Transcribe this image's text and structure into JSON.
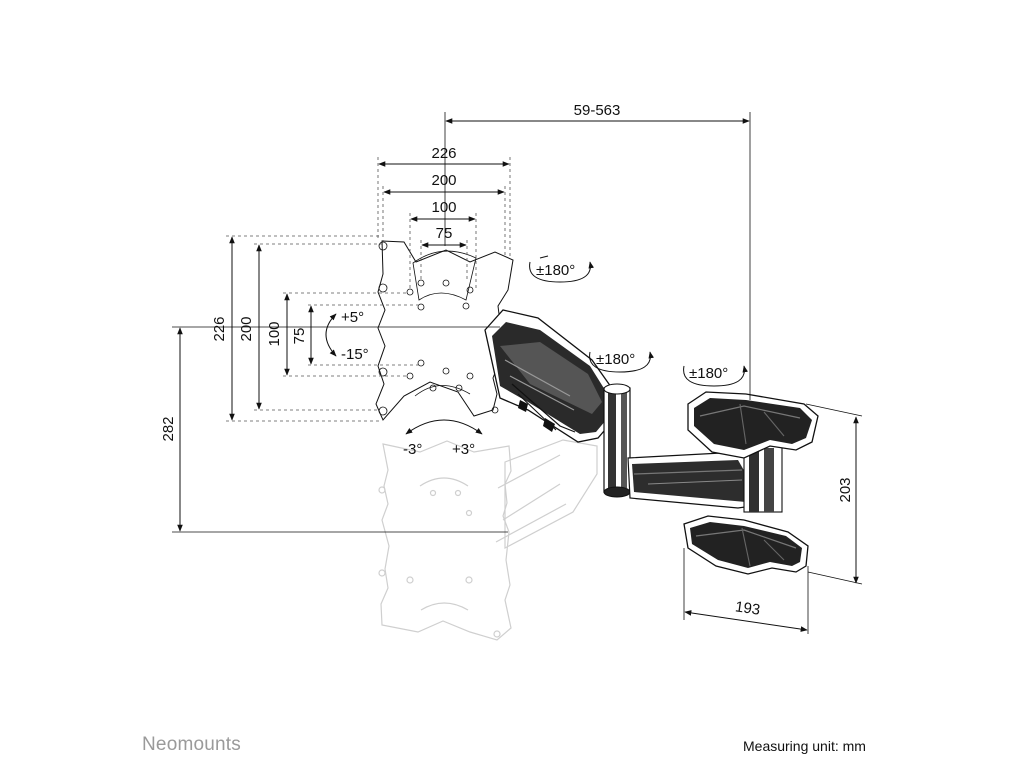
{
  "dimensions": {
    "reach": "59-563",
    "plate_width": "226",
    "vesa_200_width": "200",
    "vesa_100_width": "100",
    "vesa_75_width": "75",
    "plate_height": "226",
    "vesa_200_height": "200",
    "vesa_100_height": "100",
    "vesa_75_height": "75",
    "total_height": "282",
    "wall_plate_height": "203",
    "wall_plate_depth": "193"
  },
  "tilt": {
    "up": "+5°",
    "down": "-15°"
  },
  "level": {
    "left": "-3°",
    "right": "+3°"
  },
  "rotation": {
    "head": "±180°",
    "arm": "±180°",
    "wall": "±180°"
  },
  "footer": {
    "brand": "Neomounts",
    "measuring_unit": "Measuring unit: mm"
  }
}
